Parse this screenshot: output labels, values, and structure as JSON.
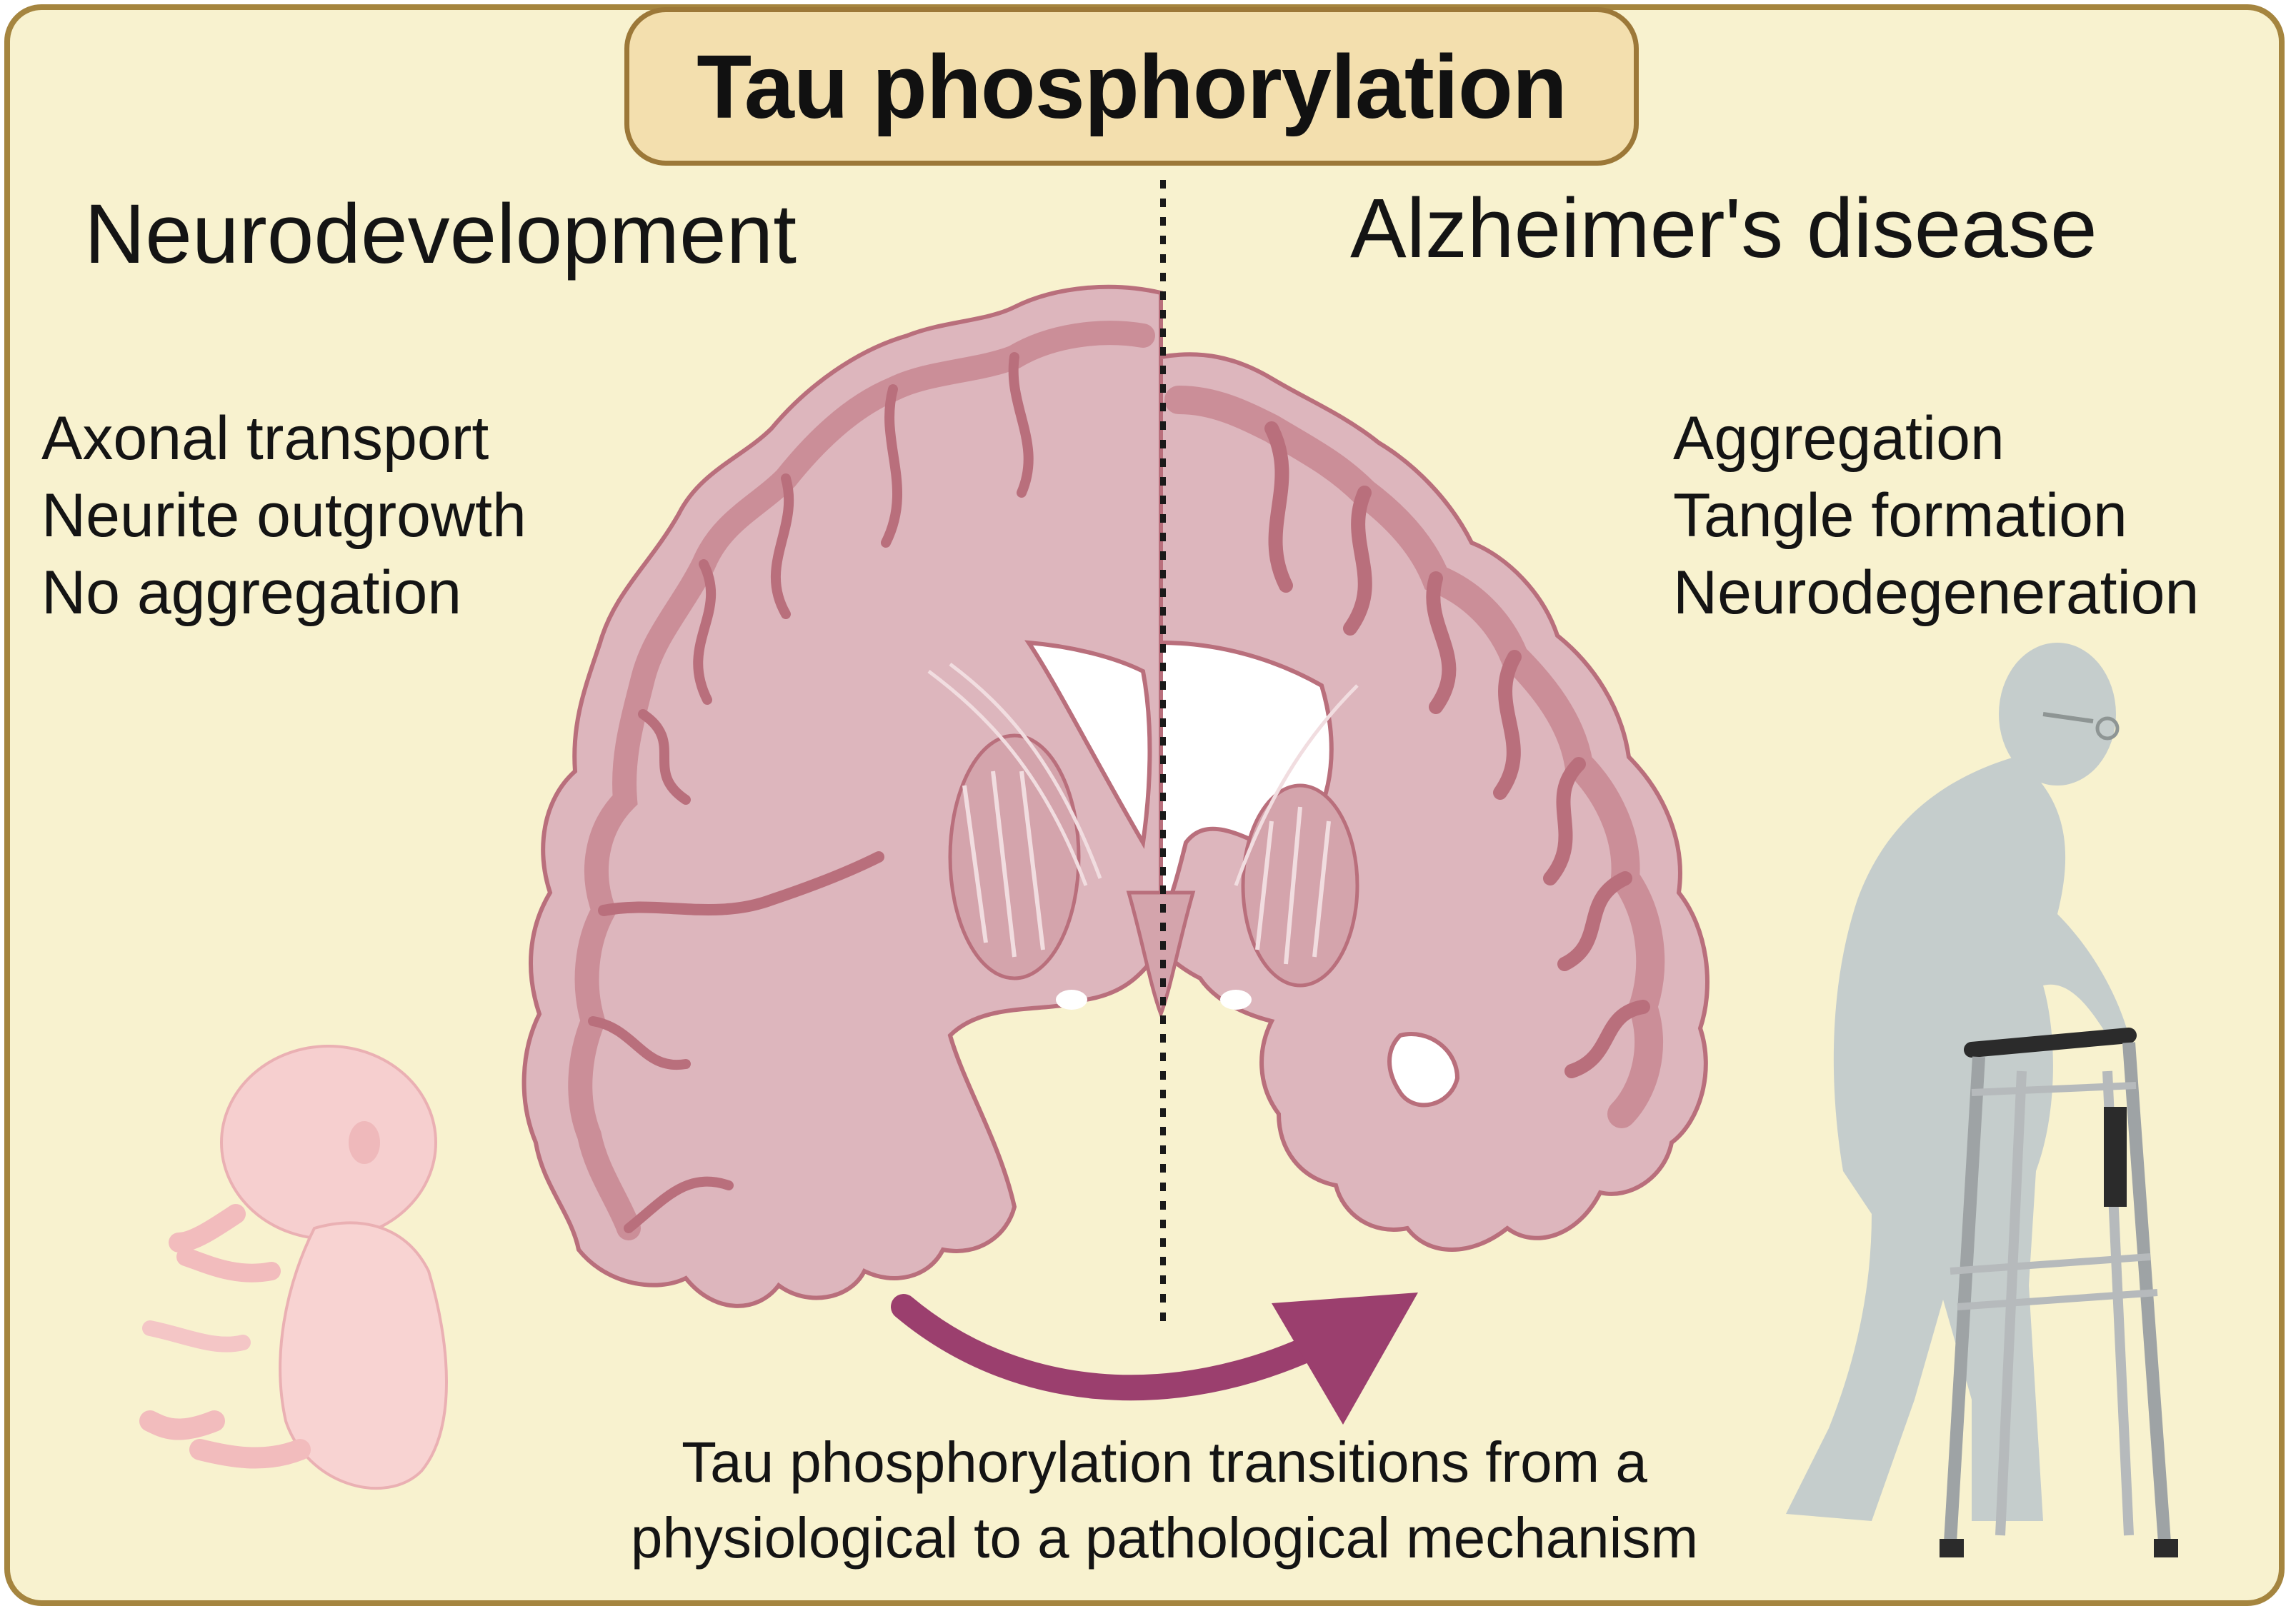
{
  "title": "Tau phosphorylation",
  "left": {
    "heading": "Neurodevelopment",
    "features": [
      "Axonal transport",
      "Neurite outgrowth",
      "No aggregation"
    ]
  },
  "right": {
    "heading": "Alzheimer's disease",
    "features": [
      "Aggregation",
      "Tangle formation",
      "Neurodegeneration"
    ]
  },
  "caption": {
    "line1": "Tau phosphorylation transitions from a",
    "line2": "physiological to a pathological mechanism"
  },
  "colors": {
    "background": "#f8f2cf",
    "border": "#a5853f",
    "title_fill": "#f3dfae",
    "brain_fill": "#ddb6bd",
    "brain_cortex": "#cb8e98",
    "arrow": "#9b3f6e",
    "figure_gray": "#c5cdcc"
  },
  "icons": {
    "divider": "dotted-divider-line",
    "left_figure": "fetus-icon",
    "right_figure": "elderly-person-walker-icon",
    "center": "coronal-brain-section-icon",
    "transition": "curved-arrow-icon"
  }
}
